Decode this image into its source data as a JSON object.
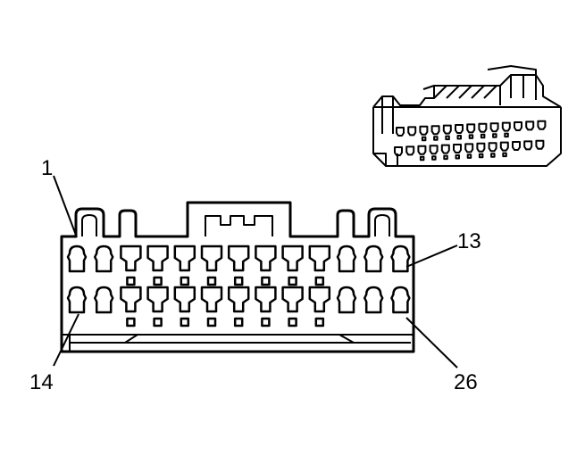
{
  "connector": {
    "pin_labels": {
      "top_left": "1",
      "top_right": "13",
      "bottom_left": "14",
      "bottom_right": "26"
    },
    "rows": 2,
    "pins_per_row": 13
  }
}
